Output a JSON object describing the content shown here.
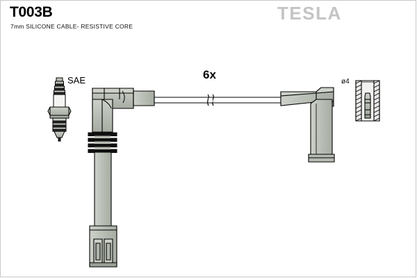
{
  "document": {
    "part_number": "T003B",
    "subtitle": "7mm SILICONE CABLE- RESISTIVE CORE",
    "brand": "TESLA"
  },
  "labels": {
    "spark_plug_standard": "SAE",
    "quantity": "6x",
    "terminal_diameter": "ø4"
  },
  "colors": {
    "background": "#ffffff",
    "frame": "#c9c9c9",
    "outline": "#000000",
    "body_fill": "#b8bdb4",
    "body_fill_light": "#cbcfc7",
    "body_fill_dark": "#9aa096",
    "brand_gray": "#c8c8c8",
    "text": "#000000"
  },
  "icons": {
    "spark_plug": "spark-plug-icon",
    "elbow_boot": "elbow-connector-boot-icon",
    "straight_boot": "straight-connector-boot-icon",
    "coil_terminal": "coil-terminal-icon",
    "cable_break": "cable-break-symbol-icon"
  }
}
